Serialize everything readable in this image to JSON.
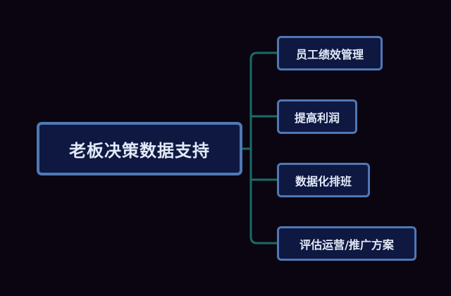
{
  "mindmap": {
    "root": {
      "label": "老板决策数据支持"
    },
    "children": [
      {
        "label": "员工绩效管理"
      },
      {
        "label": "提高利润"
      },
      {
        "label": "数据化排班"
      },
      {
        "label": "评估运营/推广方案"
      }
    ]
  },
  "colors": {
    "background": "#0a0511",
    "node_fill": "#0e1840",
    "node_border": "#4f78b5",
    "connector": "#1b6b66",
    "text": "#e2e9f8"
  }
}
